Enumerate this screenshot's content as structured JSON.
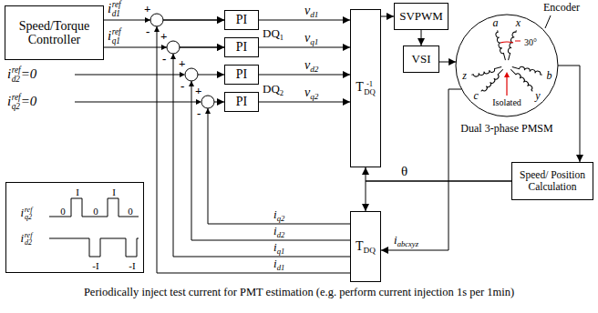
{
  "diagram": {
    "caption": "Periodically inject test current for PMT estimation (e.g. perform current injection 1s per 1min)",
    "nodes": [
      {
        "text": [
          "Speed/Torque Controller"
        ]
      },
      {
        "text": [
          "PI"
        ]
      },
      {
        "text": [
          "PI"
        ]
      },
      {
        "text": [
          "PI"
        ]
      },
      {
        "text": [
          "PI"
        ]
      },
      {
        "text": [
          "TDQ-1"
        ]
      },
      {
        "text": [
          "SVPWM"
        ]
      },
      {
        "text": [
          "VSI"
        ]
      },
      {
        "text": [
          "a",
          "x",
          "30°",
          "b",
          "z",
          "c",
          "y",
          "Isolated",
          "Dual 3-phase PMSM"
        ]
      },
      {
        "text": [
          "Speed/ Position Calculation"
        ]
      },
      {
        "text": [
          "TDQ"
        ]
      },
      {
        "text": [
          "iq2ref",
          "0",
          "I",
          "0",
          "I",
          "0",
          "id2ref",
          "-I",
          "-I"
        ]
      }
    ],
    "edges": [
      {
        "from": 0,
        "to": 1,
        "arrow": "to",
        "label": "id1ref"
      },
      {
        "from": 0,
        "to": 2,
        "arrow": "to",
        "label": "iq1ref"
      },
      {
        "from": 1,
        "to": 5,
        "arrow": "to",
        "label": "vd1"
      },
      {
        "from": 2,
        "to": 5,
        "arrow": "to",
        "label": "vq1"
      },
      {
        "from": 3,
        "to": 5,
        "arrow": "to",
        "label": "vd2"
      },
      {
        "from": 4,
        "to": 5,
        "arrow": "to",
        "label": "vq2"
      },
      {
        "from": 5,
        "to": 6,
        "arrow": "to"
      },
      {
        "from": 6,
        "to": 7,
        "arrow": "to"
      },
      {
        "from": 7,
        "to": 8,
        "arrow": "to"
      },
      {
        "from": 8,
        "to": 9,
        "arrow": "to"
      },
      {
        "from": 9,
        "to": 5,
        "arrow": "to",
        "label": "θ"
      },
      {
        "from": 9,
        "to": 10,
        "arrow": "to"
      },
      {
        "from": 8,
        "to": 10,
        "arrow": "to",
        "label": "iabcxyz"
      },
      {
        "from": 10,
        "to": 4,
        "arrow": "to",
        "label": "iq2"
      },
      {
        "from": 10,
        "to": 3,
        "arrow": "to",
        "label": "id2"
      },
      {
        "from": 10,
        "to": 2,
        "arrow": "to",
        "label": "iq1"
      },
      {
        "from": 10,
        "to": 1,
        "arrow": "to",
        "label": "id1"
      }
    ],
    "labels": [
      "+",
      "-",
      "+",
      "-",
      "+",
      "-",
      "+",
      "-",
      "id2ref=0",
      "iq2ref=0",
      "DQ1",
      "DQ2",
      "Encoder"
    ]
  }
}
